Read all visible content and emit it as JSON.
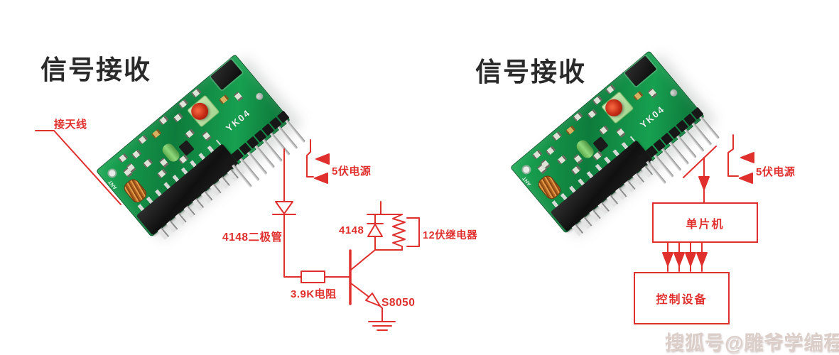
{
  "left_panel": {
    "title": "信号接收",
    "antenna_label": "接天线",
    "power_label": "5伏电源",
    "diode_label": "4148二极管",
    "flyback_diode_label": "4148",
    "relay_label": "12伏继电器",
    "resistor_label": "3.9K电阻",
    "transistor_label": "S8050"
  },
  "right_panel": {
    "title": "信号接收",
    "power_label": "5伏电源",
    "mcu_label": "单片机",
    "device_label": "控制设备"
  },
  "board": {
    "silkscreen": "YK04",
    "ant_label": "ANT"
  },
  "watermark": "搜狐号@雕爷学编程",
  "colors": {
    "schematic_red": "#e0302e",
    "pcb_green": "#14994a",
    "title_black": "#2a2a2a"
  }
}
